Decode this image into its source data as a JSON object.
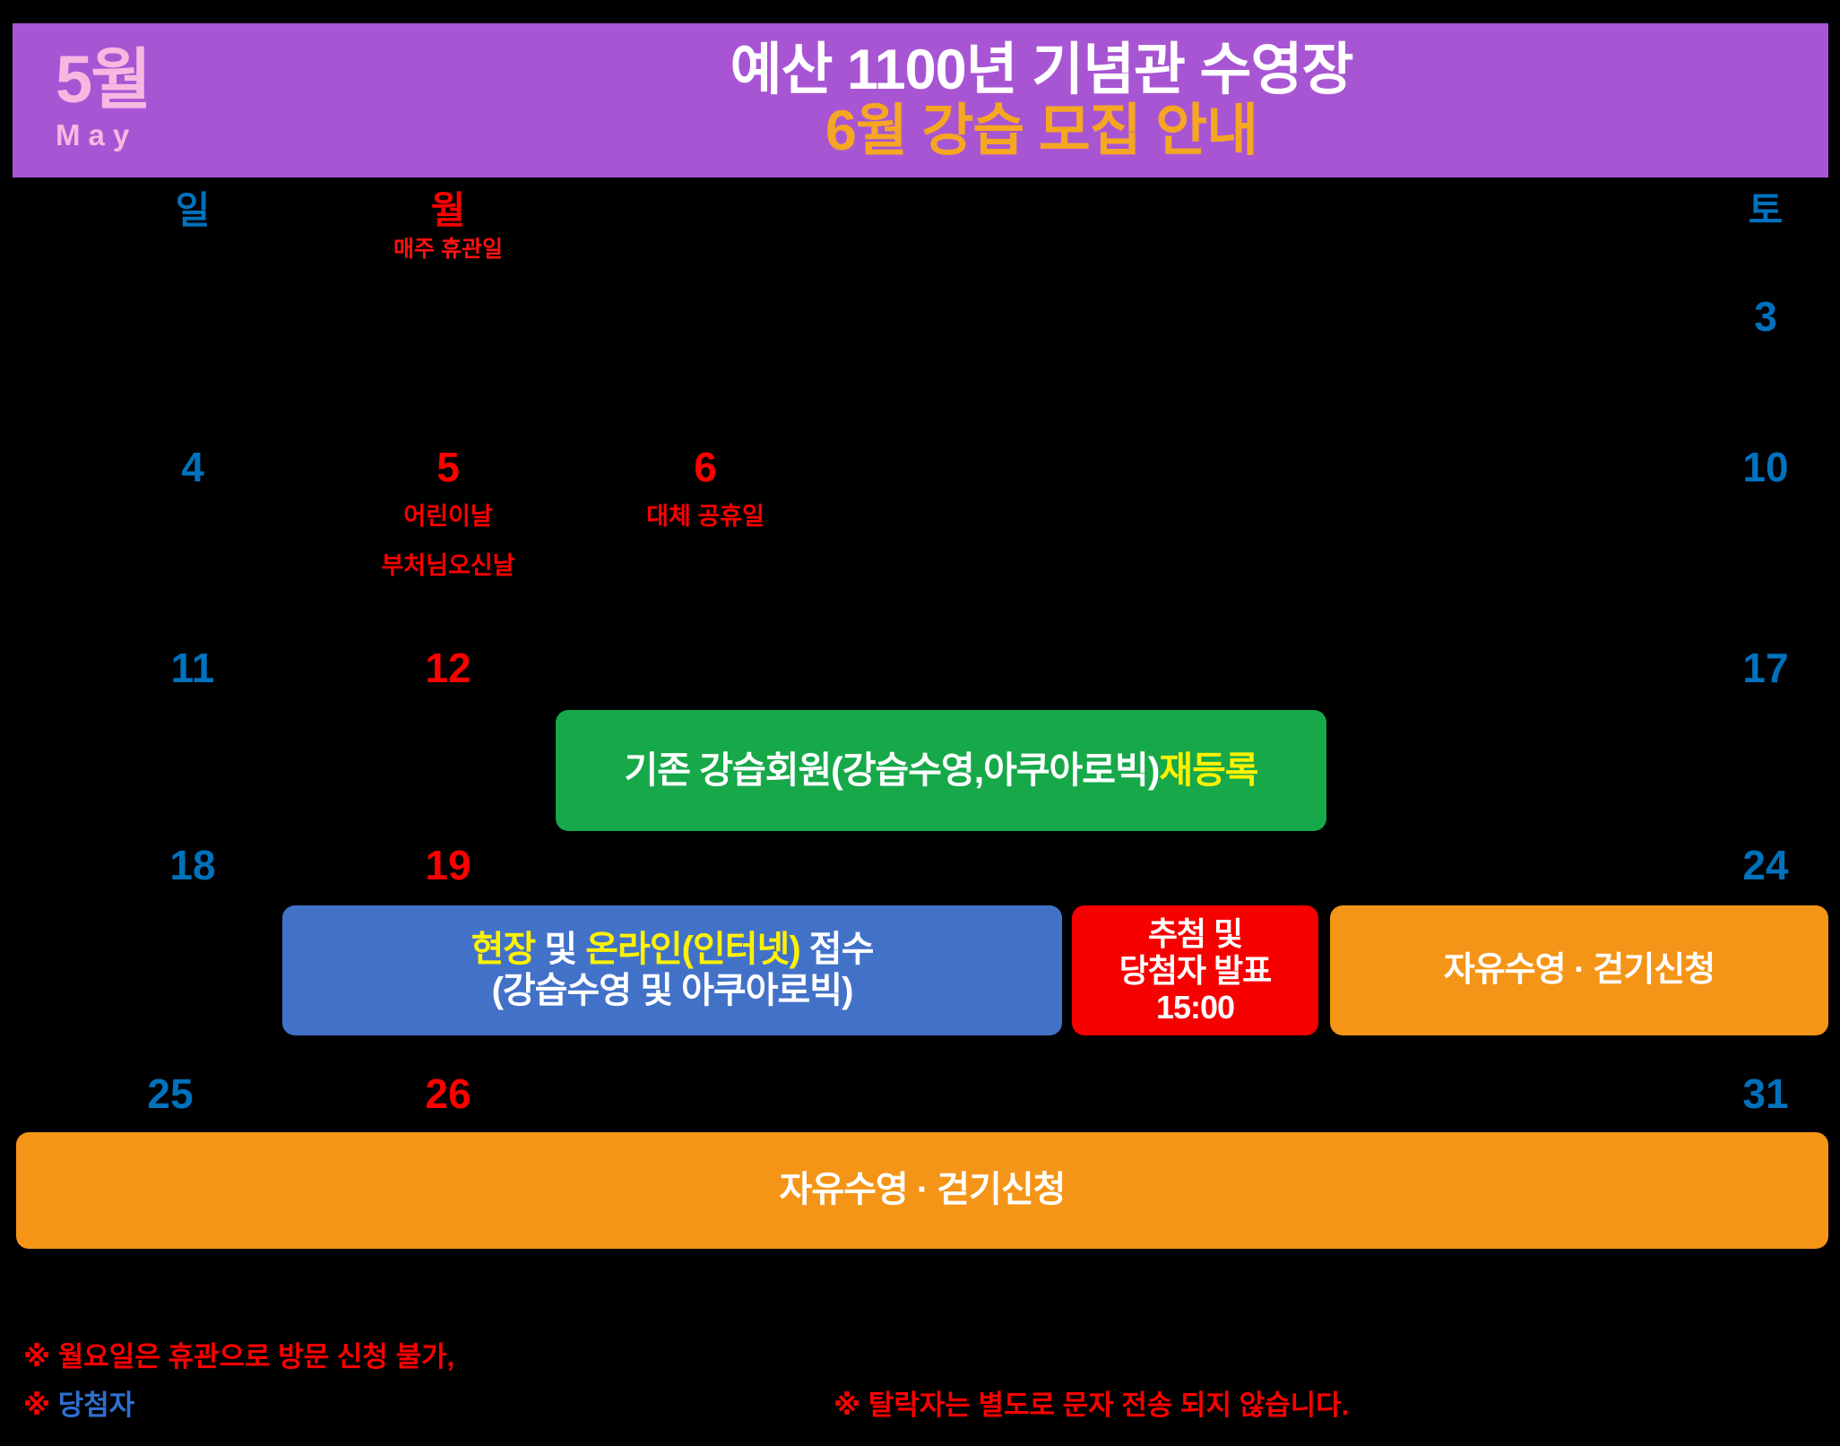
{
  "header": {
    "month_ko": "5월",
    "month_en": "May",
    "title_main": "예산 1100년 기념관 수영장",
    "title_sub": "6월 강습 모집 안내",
    "bg_color": "#a855d4",
    "month_color": "#f6b8e0",
    "title_main_color": "#ffffff",
    "title_sub_color": "#f5a623"
  },
  "weekdays": {
    "sunday": {
      "label": "일",
      "color": "#0071bc"
    },
    "monday": {
      "label": "월",
      "color": "#ff0000",
      "note": "매주 휴관일"
    },
    "saturday": {
      "label": "토",
      "color": "#0071bc"
    }
  },
  "weeks": [
    {
      "days": [
        {
          "num": "3",
          "color": "blue",
          "col": "sat"
        }
      ]
    },
    {
      "days": [
        {
          "num": "4",
          "color": "blue",
          "col": "sun"
        },
        {
          "num": "5",
          "color": "red",
          "col": "mon",
          "note": "어린이날\n부처님오신날"
        },
        {
          "num": "6",
          "color": "red",
          "col": "tue",
          "note": "대체 공휴일"
        },
        {
          "num": "10",
          "color": "blue",
          "col": "sat"
        }
      ]
    },
    {
      "days": [
        {
          "num": "11",
          "color": "blue",
          "col": "sun"
        },
        {
          "num": "12",
          "color": "red",
          "col": "mon"
        },
        {
          "num": "17",
          "color": "blue",
          "col": "sat"
        }
      ]
    },
    {
      "days": [
        {
          "num": "18",
          "color": "blue",
          "col": "sun"
        },
        {
          "num": "19",
          "color": "red",
          "col": "mon"
        },
        {
          "num": "24",
          "color": "blue",
          "col": "sat"
        }
      ]
    },
    {
      "days": [
        {
          "num": "25",
          "color": "blue",
          "col": "sun"
        },
        {
          "num": "26",
          "color": "red",
          "col": "mon"
        },
        {
          "num": "31",
          "color": "blue",
          "col": "sat"
        }
      ]
    }
  ],
  "day_numbers": {
    "d3": "3",
    "d4": "4",
    "d5": "5",
    "d6": "6",
    "d10": "10",
    "d11": "11",
    "d12": "12",
    "d17": "17",
    "d18": "18",
    "d19": "19",
    "d24": "24",
    "d25": "25",
    "d26": "26",
    "d31": "31"
  },
  "holiday_notes": {
    "may5_line1": "어린이날",
    "may5_line2": "부처님오신날",
    "may6": "대체 공휴일"
  },
  "events": {
    "reregistration": {
      "text_plain": "기존 강습회원(강습수영,아쿠아로빅)",
      "text_highlight": "재등록",
      "color": "#17a84a",
      "highlight_color": "#fff200"
    },
    "registration": {
      "line1_part1": "현장",
      "line1_part2": " 및 ",
      "line1_part3": "온라인(인터넷)",
      "line1_part4": " 접수",
      "line2": "(강습수영 및 아쿠아로빅)",
      "color": "#4272c8",
      "highlight_color": "#fff200"
    },
    "lottery": {
      "line1": "추첨 및",
      "line2": "당첨자 발표",
      "line3": "15:00",
      "color": "#f70000"
    },
    "free_swim_week4": {
      "text": "자유수영 · 걷기신청",
      "color": "#f49518"
    },
    "free_swim_week5": {
      "text": "자유수영 · 걷기신청",
      "color": "#f49518"
    }
  },
  "footnotes": {
    "line1": "※ 월요일은 휴관으로 방문 신청 불가,",
    "line2_mark": "※ ",
    "line2_word": "당첨자",
    "line3": "※ 탈락자는 별도로 문자 전송 되지 않습니다."
  }
}
